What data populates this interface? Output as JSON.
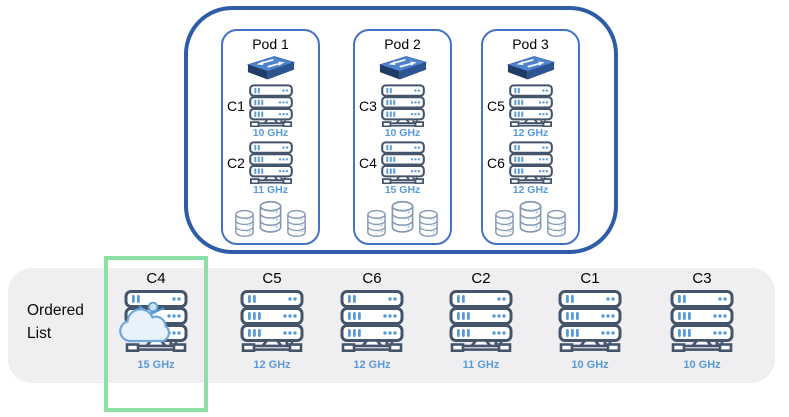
{
  "diagram": {
    "cluster": {
      "pods": [
        {
          "name": "Pod 1",
          "servers": [
            {
              "id": "C1",
              "speed": "10 GHz"
            },
            {
              "id": "C2",
              "speed": "11 GHz"
            }
          ]
        },
        {
          "name": "Pod 2",
          "servers": [
            {
              "id": "C3",
              "speed": "10 GHz"
            },
            {
              "id": "C4",
              "speed": "15 GHz"
            }
          ]
        },
        {
          "name": "Pod 3",
          "servers": [
            {
              "id": "C5",
              "speed": "12 GHz"
            },
            {
              "id": "C6",
              "speed": "12 GHz"
            }
          ]
        }
      ],
      "storage_cylinders_per_pod": 3
    },
    "ordered_list": {
      "label": "Ordered List",
      "items": [
        {
          "id": "C4",
          "speed": "15 GHz",
          "highlighted": true,
          "cloud_overlay": true
        },
        {
          "id": "C5",
          "speed": "12 GHz",
          "highlighted": false,
          "cloud_overlay": false
        },
        {
          "id": "C6",
          "speed": "12 GHz",
          "highlighted": false,
          "cloud_overlay": false
        },
        {
          "id": "C2",
          "speed": "11 GHz",
          "highlighted": false,
          "cloud_overlay": false
        },
        {
          "id": "C1",
          "speed": "10 GHz",
          "highlighted": false,
          "cloud_overlay": false
        },
        {
          "id": "C3",
          "speed": "10 GHz",
          "highlighted": false,
          "cloud_overlay": false
        }
      ]
    },
    "icons": {
      "switch": "network-switch-icon",
      "server": "server-rack-icon",
      "storage": "database-cylinder-icon",
      "cloud": "cloud-workload-icon"
    },
    "colors": {
      "cluster_border": "#2E5CA6",
      "pod_border": "#4472C4",
      "speed_text": "#5B9BD5",
      "band_background": "#EFEFF2",
      "highlight_border": "#8CE0A5",
      "server_outline": "#44546A",
      "server_accent": "#4472C4",
      "storage_outline": "#8496B0",
      "switch_top": "#4E82CE",
      "switch_side": "#24456E"
    }
  }
}
